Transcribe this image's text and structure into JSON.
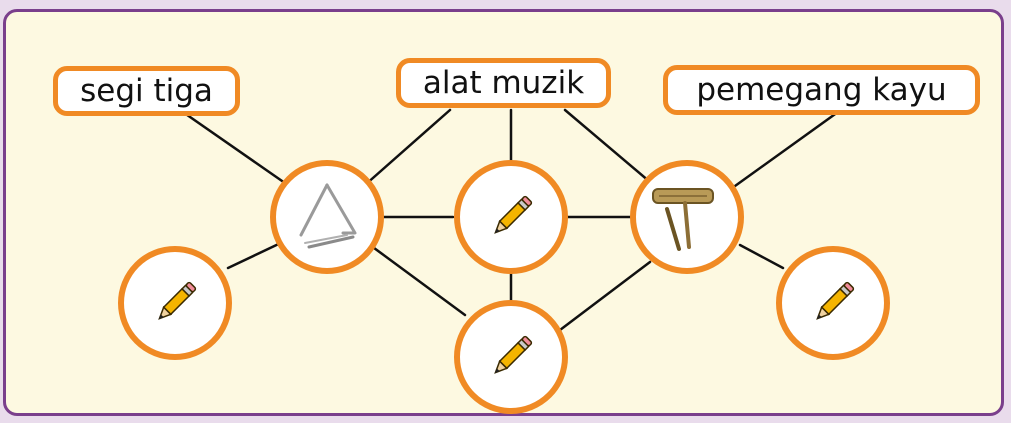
{
  "labels": {
    "triangle": "segi tiga",
    "instrument": "alat muzik",
    "woodblock": "pemegang kayu"
  },
  "nodes": [
    {
      "id": "triangle",
      "content": "triangle-icon"
    },
    {
      "id": "center",
      "content": "pencil-icon"
    },
    {
      "id": "woodblock",
      "content": "woodblock-icon"
    },
    {
      "id": "left",
      "content": "pencil-icon"
    },
    {
      "id": "bottom",
      "content": "pencil-icon"
    },
    {
      "id": "right",
      "content": "pencil-icon"
    }
  ],
  "colors": {
    "background": "#e9dcec",
    "panel": "#fdf9e1",
    "panel_border": "#7a3f8c",
    "accent": "#f08a24",
    "pencil_body": "#f4b400",
    "line": "#111111"
  }
}
